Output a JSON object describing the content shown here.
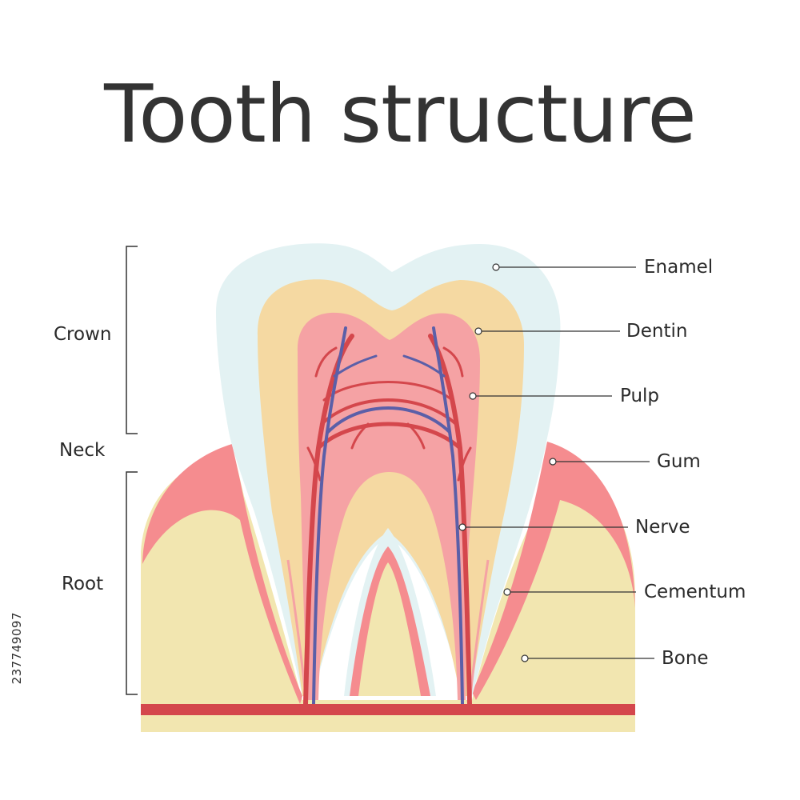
{
  "title": "Tooth structure",
  "sections": {
    "crown": "Crown",
    "neck": "Neck",
    "root": "Root"
  },
  "parts": {
    "enamel": "Enamel",
    "dentin": "Dentin",
    "pulp": "Pulp",
    "gum": "Gum",
    "nerve": "Nerve",
    "cementum": "Cementum",
    "bone": "Bone"
  },
  "stock_id": "237749097",
  "colors": {
    "enamel": "#e3f2f3",
    "dentin": "#f5d9a2",
    "pulp": "#f5a2a4",
    "gum": "#f58c8f",
    "bone": "#f2e6b0",
    "artery": "#d4474c",
    "vein": "#5b5fa8",
    "text": "#333333"
  }
}
